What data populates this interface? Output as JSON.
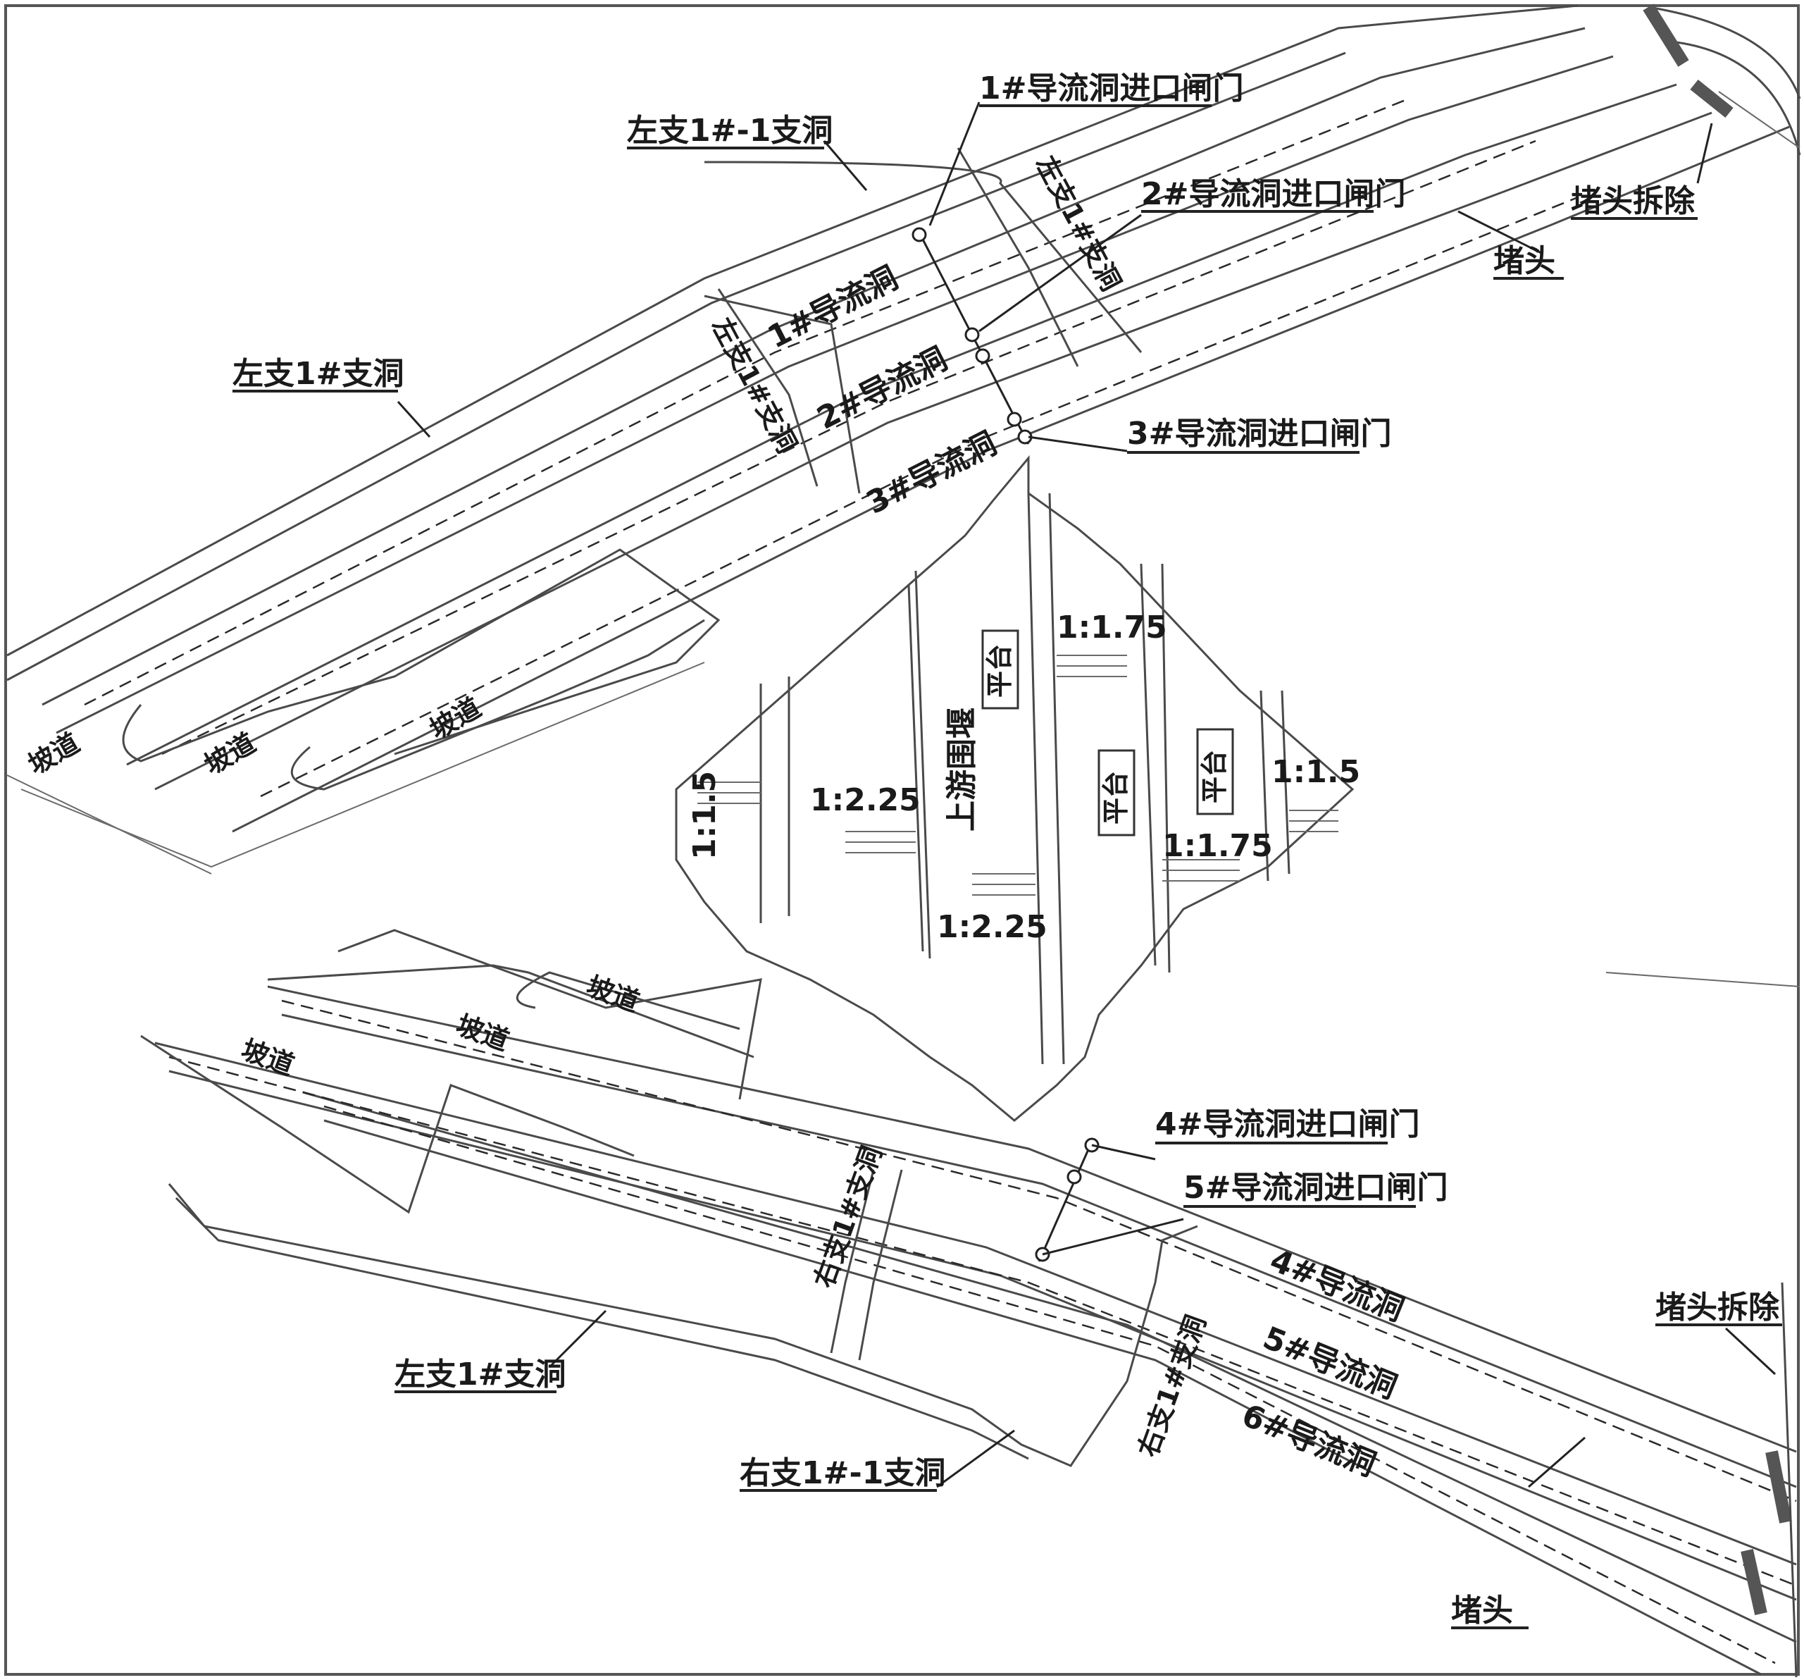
{
  "labels": {
    "gate1": "1#导流洞进口闸门",
    "gate2": "2#导流洞进口闸门",
    "gate3": "3#导流洞进口闸门",
    "gate4": "4#导流洞进口闸门",
    "gate5": "5#导流洞进口闸门",
    "left_branch_1_1": "左支1#-1支洞",
    "left_branch_1": "左支1#支洞",
    "left_branch_1_b": "左支1#支洞",
    "right_branch_1_1": "右支1#-1支洞",
    "plug_removal_top": "堵头拆除",
    "plug_removal_bottom": "堵头拆除",
    "plug_top": "堵头",
    "plug_bottom": "堵头",
    "tunnel1": "1#导流洞",
    "tunnel2": "2#导流洞",
    "tunnel3": "3#导流洞",
    "tunnel4": "4#导流洞",
    "tunnel5": "5#导流洞",
    "tunnel6": "6#导流洞",
    "branch_upper_a": "左支1#支洞",
    "branch_upper_b": "左支1#支洞",
    "branch_lower_a": "右支1#支洞",
    "branch_lower_b": "右支1#支洞",
    "cofferdam": "上游围堰",
    "slope_1_5_left": "1:1.5",
    "slope_2_25_a": "1:2.25",
    "slope_2_25_b": "1:2.25",
    "slope_1_75_a": "1:1.75",
    "slope_1_75_b": "1:1.75",
    "slope_1_5_right": "1:1.5",
    "elev_a": "平台",
    "elev_b": "平台",
    "elev_c": "平台",
    "ramp_a": "坡道",
    "ramp_b": "坡道",
    "ramp_c": "坡道",
    "ramp_d": "坡道",
    "ramp_e": "坡道",
    "ramp_f": "坡道"
  }
}
